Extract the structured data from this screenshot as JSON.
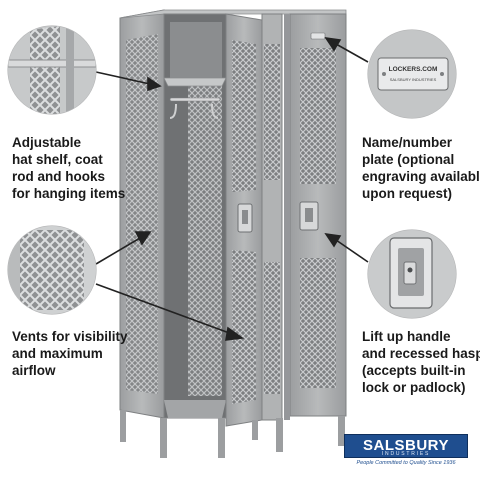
{
  "callouts": {
    "shelf": [
      "Adjustable",
      "hat shelf, coat",
      "rod and hooks",
      "for hanging items"
    ],
    "vents": [
      "Vents for visibility",
      "and maximum",
      "airflow"
    ],
    "plate": [
      "Name/number",
      "plate (optional",
      "engraving available",
      "upon request)"
    ],
    "handle": [
      "Lift up handle",
      "and recessed hasp",
      "(accepts built-in",
      "lock or padlock)"
    ]
  },
  "plate_detail": {
    "line1": "LOCKERS.COM",
    "line2": "SALSBURY INDUSTRIES"
  },
  "logo": {
    "name": "SALSBURY",
    "sub": "INDUSTRIES",
    "tagline": "People Committed to Quality Since 1936"
  },
  "colors": {
    "locker": "#a9abad",
    "locker_dark": "#8a8c8e",
    "brand_blue": "#1f4e8f"
  }
}
